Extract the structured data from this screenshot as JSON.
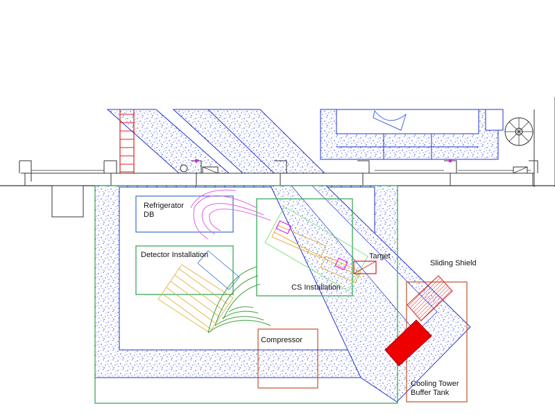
{
  "labels": {
    "refrigerator_line1": "Refrigerator",
    "refrigerator_line2": "DB",
    "detector": "Detector Installation",
    "cs": "CS Installation",
    "target": "Target",
    "sliding_shield": "Sliding Shield",
    "compressor": "Compressor",
    "cooling_line1": "Cooling Tower",
    "cooling_line2": "Buffer Tank"
  },
  "colors": {
    "wall": "#2233cc",
    "concrete_dots": "#1a2fd6",
    "area_green": "#2aa24a",
    "area_blue": "#3a6fd0",
    "area_orange": "#c0502a",
    "magnet_pink": "#e060e0",
    "magnet_yellow": "#e0b040",
    "magnet_green": "#40a040",
    "beam_green": "#80e080",
    "ladder_red": "#dd2222",
    "shield_red": "#ee0000",
    "structure_dark": "#333333"
  }
}
